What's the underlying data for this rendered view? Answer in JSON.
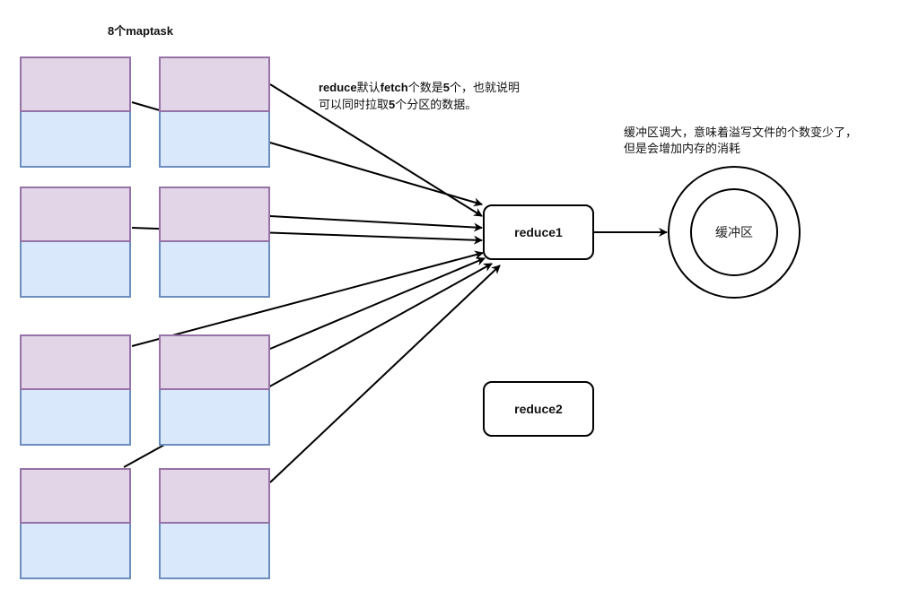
{
  "diagram": {
    "title": "8个maptask",
    "fetch_note_line1_parts": [
      "reduce",
      "默认",
      "fetch",
      "个数是",
      "5",
      "个，也就说明"
    ],
    "fetch_note_line2_parts": [
      "可以同时拉取",
      "5",
      "个分区的数据。"
    ],
    "buffer_note_line1": "缓冲区调大，意味着溢写文件的个数变少了，",
    "buffer_note_line2": "但是会增加内存的消耗",
    "reducers": [
      {
        "id": "reduce1",
        "label": "reduce1"
      },
      {
        "id": "reduce2",
        "label": "reduce2"
      }
    ],
    "buffer": {
      "label": "缓冲区"
    },
    "map_tasks": [
      {
        "id": "m1",
        "row": 0,
        "col": 0
      },
      {
        "id": "m2",
        "row": 0,
        "col": 1
      },
      {
        "id": "m3",
        "row": 1,
        "col": 0
      },
      {
        "id": "m4",
        "row": 1,
        "col": 1
      },
      {
        "id": "m5",
        "row": 2,
        "col": 0
      },
      {
        "id": "m6",
        "row": 2,
        "col": 1
      },
      {
        "id": "m7",
        "row": 3,
        "col": 0
      },
      {
        "id": "m8",
        "row": 3,
        "col": 1
      }
    ],
    "edges": [
      {
        "from": "m1",
        "to": "reduce1"
      },
      {
        "from": "m2",
        "to": "reduce1"
      },
      {
        "from": "m3",
        "to": "reduce1"
      },
      {
        "from": "m4",
        "to": "reduce1"
      },
      {
        "from": "m5",
        "to": "reduce1"
      },
      {
        "from": "m6",
        "to": "reduce1"
      },
      {
        "from": "m7",
        "to": "reduce1"
      },
      {
        "from": "m8",
        "to": "reduce1"
      },
      {
        "from": "reduce1",
        "to": "buffer"
      }
    ],
    "colors": {
      "partition_fill": "#e1d5e7",
      "partition_stroke": "#9673a6",
      "data_fill": "#dae8fc",
      "data_stroke": "#6c8ebf"
    }
  }
}
